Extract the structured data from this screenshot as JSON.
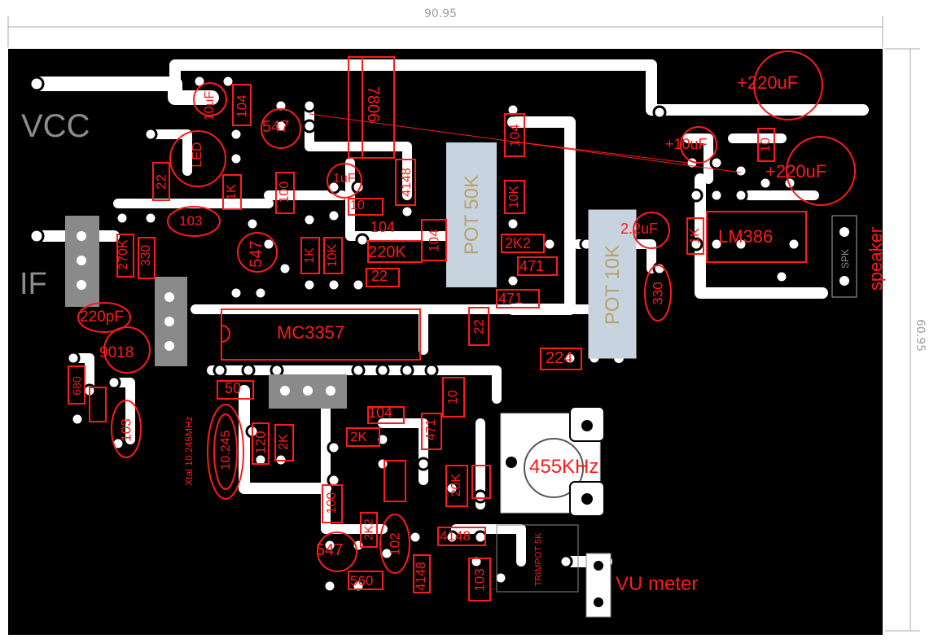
{
  "dimensions": {
    "width": "90.95",
    "height": "60.95"
  },
  "board_labels": {
    "vcc": "VCC",
    "if": "IF"
  },
  "ics": {
    "mc3357": "MC3357",
    "lm386": "LM386",
    "vreg": "7806"
  },
  "pots": {
    "pot50k": "POT 50K",
    "pot10k": "POT 10K",
    "trimpot": "TRIMPOT 5K"
  },
  "outputs": {
    "speaker": "speaker",
    "vu_meter": "VU meter",
    "spk": "SPK"
  },
  "filter": {
    "label": "455KHz"
  },
  "crystal": {
    "label": "Xtal 10.245MHz",
    "value": "10.245"
  },
  "capacitors": {
    "c220uf_a": "+220uF",
    "c220uf_b": "+220uF",
    "c10uf_a": "+10uF",
    "c10uf_b": "10uF",
    "c1uf": "1uF",
    "c2_2uf": "2.2uF",
    "c220pf": "220pF",
    "c103_a": "103",
    "c103_b": "103",
    "c103_c": "103",
    "c104_a": "104",
    "c104_b": "104",
    "c104_c": "104",
    "c104_d": "104",
    "c104_e": "104",
    "c224": "224",
    "c102": "102",
    "c330": "330",
    "c680": "680",
    "c50": "50",
    "c120": "120"
  },
  "resistors": {
    "r22_a": "22",
    "r22_b": "22",
    "r22_c": "22",
    "r1k_a": "1K",
    "r1k_b": "1K",
    "r1k_c": "1K",
    "r10k_a": "10K",
    "r10k_b": "10K",
    "r10_a": "10",
    "r10_b": "10",
    "r10_c": "10",
    "r100_a": "100",
    "r100_b": "100",
    "r2k2_a": "2K2",
    "r2k2_b": "2K2",
    "r2k_a": "2K",
    "r2k_b": "2K",
    "r270k": "270K",
    "r220k": "220K",
    "r471_a": "471",
    "r471_b": "471",
    "r471_c": "471",
    "r560": "560",
    "r330": "330",
    "r20k": "20K"
  },
  "semis": {
    "q547_a": "547",
    "q547_b": "547",
    "q547_c": "547",
    "q9018": "9018",
    "d4148_a": "4148",
    "d4148_b": "4148",
    "d4148_c": "4148",
    "led": "LED"
  },
  "headers": {
    "p5k": "5K"
  },
  "colors": {
    "board": "#000000",
    "copper": "#ffffff",
    "silk": "#ff1a1a",
    "ref": "#8c8c8c",
    "pot": "#c7d3df"
  }
}
